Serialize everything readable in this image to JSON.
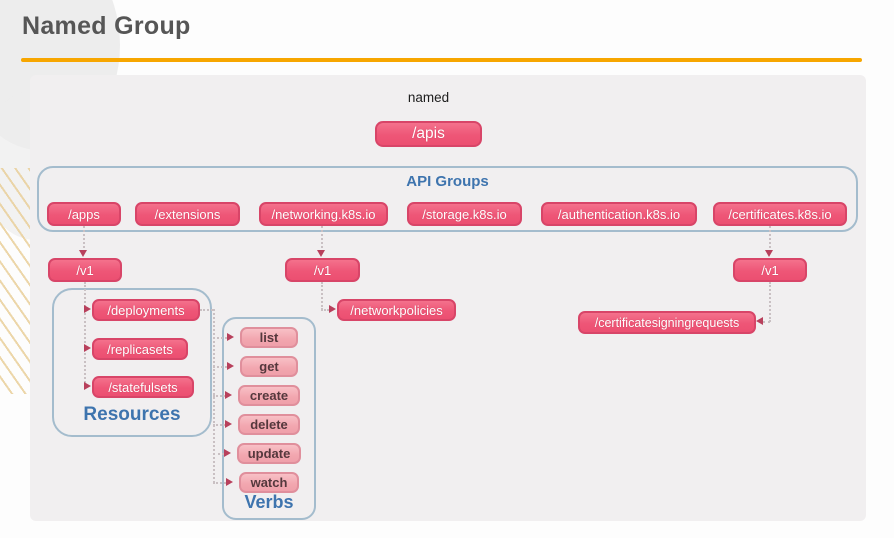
{
  "slide": {
    "title": "Named Group"
  },
  "diagram": {
    "root": {
      "annotation": "named",
      "node": "/apis"
    },
    "api_groups": {
      "label": "API Groups",
      "items": [
        "/apps",
        "/extensions",
        "/networking.k8s.io",
        "/storage.k8s.io",
        "/authentication.k8s.io",
        "/certificates.k8s.io"
      ]
    },
    "versions": {
      "apps": "/v1",
      "networking": "/v1",
      "certificates": "/v1"
    },
    "resources": {
      "label": "Resources",
      "items": [
        "/deployments",
        "/replicasets",
        "/statefulsets"
      ]
    },
    "verbs": {
      "label": "Verbs",
      "items": [
        "list",
        "get",
        "create",
        "delete",
        "update",
        "watch"
      ]
    },
    "networkpolicies_node": "/networkpolicies",
    "csr_node": "/certificatesigningrequests",
    "colors": {
      "accent_orange": "#f7a600",
      "node_fill": "#ee5677",
      "node_border": "#d84568",
      "verb_fill": "#f2a6af",
      "verb_border": "#e08f9c",
      "label_blue": "#3e74ae",
      "connector_gray": "#c9c0c3",
      "arrow_red": "#b8405c"
    }
  }
}
